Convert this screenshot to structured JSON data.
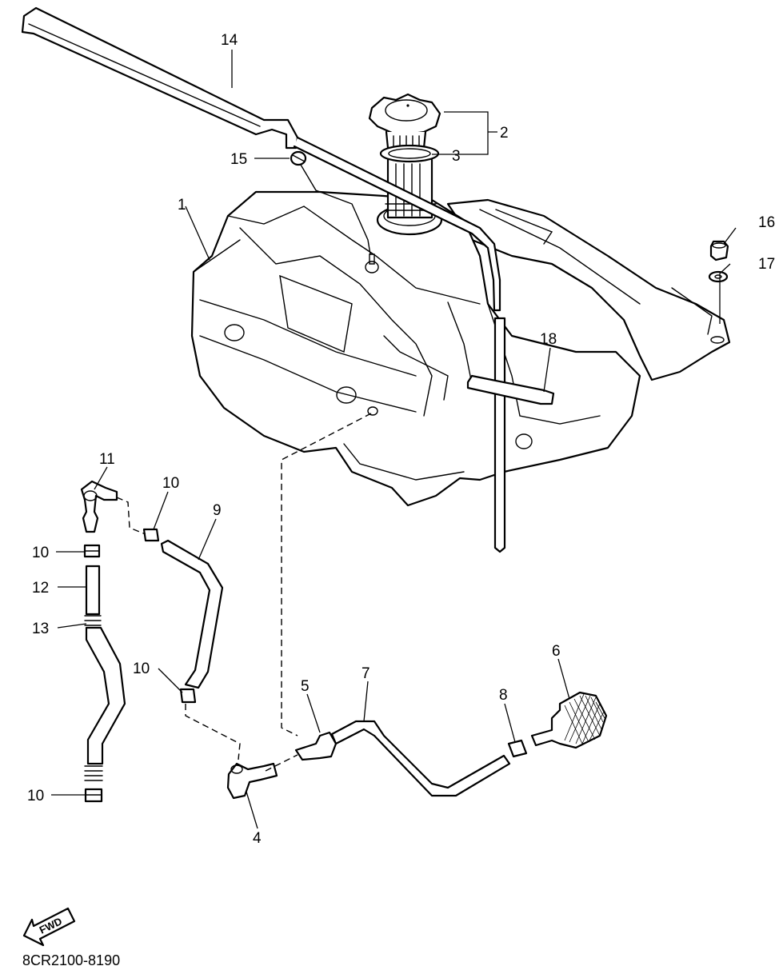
{
  "callouts": {
    "c1": "1",
    "c2": "2",
    "c3": "3",
    "c4": "4",
    "c5": "5",
    "c6": "6",
    "c7": "7",
    "c8": "8",
    "c9": "9",
    "c10a": "10",
    "c10b": "10",
    "c10c": "10",
    "c10d": "10",
    "c11": "11",
    "c12": "12",
    "c13": "13",
    "c14": "14",
    "c15": "15",
    "c16": "16",
    "c17": "17",
    "c18": "18"
  },
  "fwd_label": "FWD",
  "diagram_code": "8CR2100-8190"
}
